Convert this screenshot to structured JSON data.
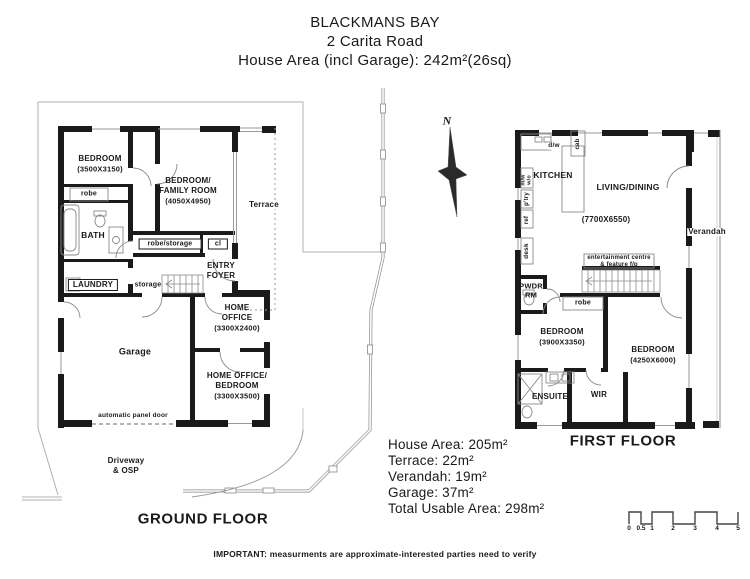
{
  "title": {
    "line1": "BLACKMANS BAY",
    "line2": "2 Carita Road",
    "line3": "House Area (incl Garage): 242m²(26sq)"
  },
  "north_label": "N",
  "gf": {
    "title": "GROUND FLOOR",
    "bedroom": "BEDROOM",
    "bedroom_dim": "(3500X3150)",
    "family1": "BEDROOM/",
    "family2": "FAMILY ROOM",
    "family_dim": "(4050X4950)",
    "robe": "robe",
    "bath": "BATH",
    "laundry": "LAUNDRY",
    "storage": "storage",
    "entry1": "ENTRY",
    "entry2": "FOYER",
    "ho1": "HOME",
    "ho2": "OFFICE",
    "ho_dim": "(3300X2400)",
    "garage": "Garage",
    "hob1": "HOME OFFICE/",
    "hob2": "BEDROOM",
    "hob_dim": "(3300X3500)",
    "robe_storage": "robe/storage",
    "cl": "cl",
    "terrace": "Terrace",
    "auto_door": "automatic panel door",
    "drive1": "Driveway",
    "drive2": "& OSP"
  },
  "ff": {
    "title": "FIRST FLOOR",
    "kitchen": "KITCHEN",
    "dw": "d/w",
    "cab": "cab",
    "mw": "m/w",
    "wo": "w/o",
    "ptry": "p'try",
    "ref": "ref",
    "desk": "desk",
    "living": "LIVING/DINING",
    "living_dim": "(7700X6550)",
    "verandah": "Verandah",
    "ent1": "entertainment centre",
    "ent2": "& feature f/p",
    "pwdr1": "PWDR",
    "pwdr2": "RM",
    "robe": "robe",
    "bedroom1": "BEDROOM",
    "bedroom1_dim": "(3900X3350)",
    "bedroom2": "BEDROOM",
    "bedroom2_dim": "(4250X6000)",
    "ensuite": "ENSUITE",
    "wir": "WIR"
  },
  "areas": {
    "l1": "House Area: 205m²",
    "l2": "Terrace: 22m²",
    "l3": "Verandah: 19m²",
    "l4": "Garage: 37m²",
    "l5": "Total Usable Area: 298m²"
  },
  "scale": {
    "labels": [
      "0",
      "0.5",
      "1",
      "2",
      "3",
      "4",
      "5"
    ]
  },
  "disclaimer": "IMPORTANT: measurments are approximate-interested parties need to verify",
  "colors": {
    "wall": "#1a1a1a",
    "thin_line": "#8a8a8a",
    "boundary": "#b0b0b0"
  }
}
